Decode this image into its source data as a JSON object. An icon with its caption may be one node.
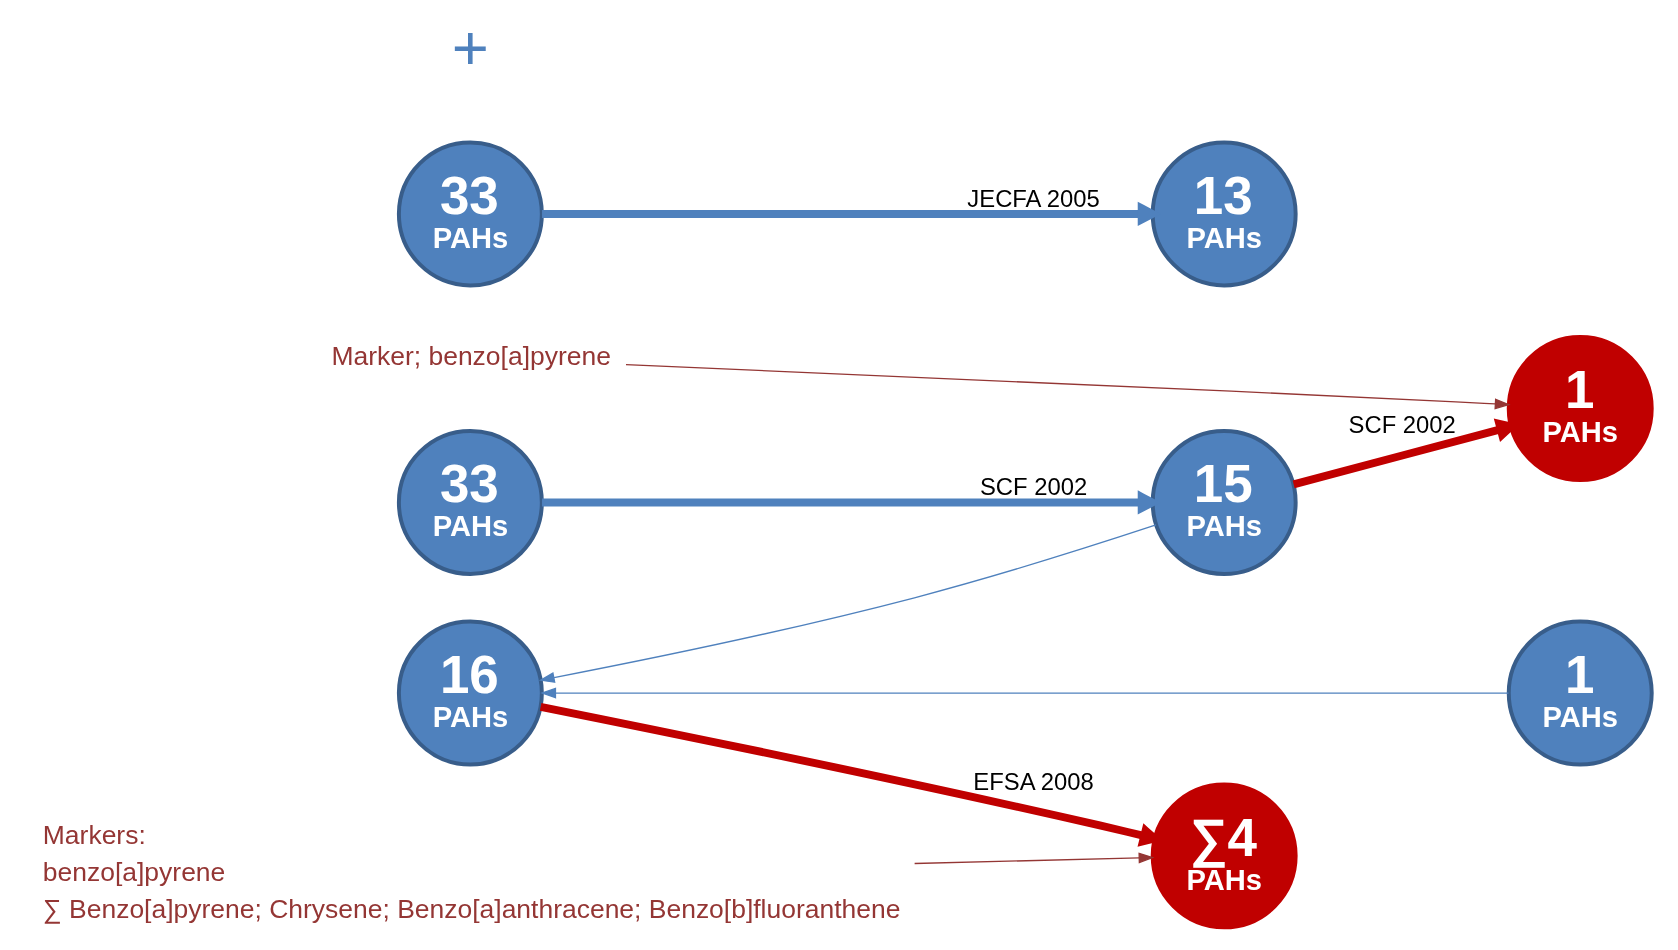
{
  "diagram": {
    "nodes": [
      {
        "text": [
          "33",
          "PAHs"
        ]
      },
      {
        "text": [
          "15",
          "PAHs"
        ]
      },
      {
        "text": [
          "1",
          "PAHs"
        ]
      },
      {
        "text": [
          "Marker; benzo[a]pyrene"
        ]
      },
      {
        "text": [
          "33",
          "PAHs"
        ]
      },
      {
        "text": [
          "13",
          "PAHs"
        ]
      },
      {
        "text": [
          "1",
          "PAHs"
        ]
      },
      {
        "text": [
          "16",
          "PAHs"
        ]
      },
      {
        "text": [
          "∑4",
          "PAHs"
        ]
      },
      {
        "text": [
          "Markers:",
          "benzo[a]pyrene",
          "∑ Benzo[a]pyrene; Chrysene; Benzo[a]anthracene; Benzo[b]fluoranthene"
        ]
      }
    ],
    "edges": [
      {
        "from": 0,
        "to": 1,
        "arrow": "to",
        "label": "SCF 2002",
        "style": "thick"
      },
      {
        "from": 1,
        "to": 2,
        "arrow": "to",
        "label": "SCF 2002",
        "style": "thick",
        "color": "#c00000"
      },
      {
        "from": 3,
        "to": 2,
        "arrow": "to",
        "color": "#943634"
      },
      {
        "from": 4,
        "to": 5,
        "arrow": "to",
        "label": "JECFA 2005",
        "style": "thick"
      },
      {
        "from": 1,
        "to": 7,
        "arrow": "to"
      },
      {
        "from": 6,
        "to": 7,
        "arrow": "to"
      },
      {
        "from": 7,
        "to": 8,
        "arrow": "to",
        "label": "EFSA 2008",
        "style": "thick",
        "color": "#c00000"
      },
      {
        "from": 9,
        "to": 8,
        "arrow": "to",
        "color": "#943634"
      }
    ],
    "labels": [
      "+"
    ]
  }
}
